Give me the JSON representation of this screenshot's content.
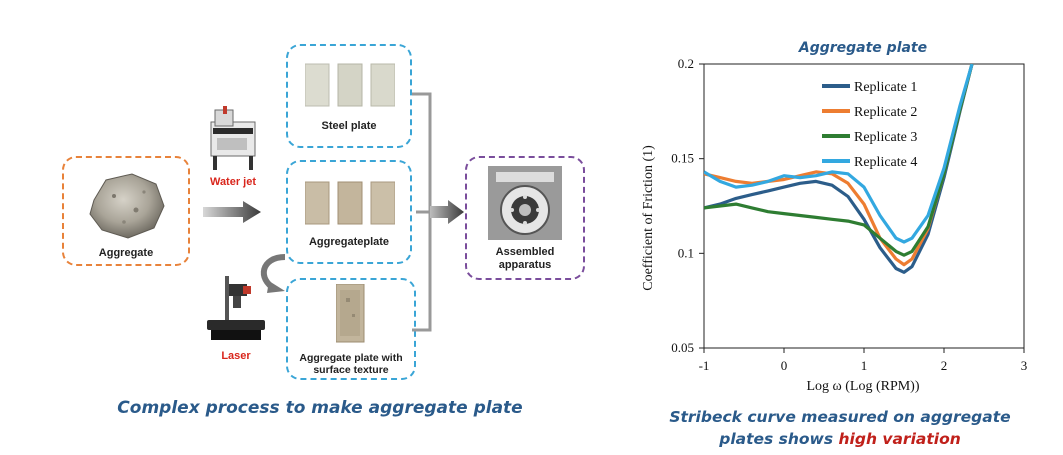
{
  "left": {
    "aggregate_label": "Aggregate",
    "waterjet_label": "Water jet",
    "laser_label": "Laser",
    "steel_plate_label": "Steel plate",
    "aggregate_plate_label": "Aggregateplate",
    "textured_label_1": "Aggregate plate with",
    "textured_label_2": "surface texture",
    "assembled_label_1": "Assembled",
    "assembled_label_2": "apparatus",
    "caption": "Complex process to make aggregate plate",
    "colors": {
      "aggregate_box": "#e8823a",
      "plate_box": "#3aa5d6",
      "apparatus_box": "#7a4d9c",
      "caption": "#2a5a8a",
      "machine_label": "#d9261c"
    }
  },
  "right": {
    "caption_line1": "Stribeck curve measured on aggregate",
    "caption_line2_prefix": "plates shows ",
    "caption_line2_highlight": "high variation",
    "caption_highlight_color": "#c0201a"
  },
  "chart_data": {
    "type": "line",
    "title": "Aggregate plate",
    "xlabel": "Log ω (Log (RPM))",
    "ylabel": "Coefficient of Friction (1)",
    "xlim": [
      -1,
      3
    ],
    "ylim": [
      0.05,
      0.2
    ],
    "xticks": [
      "-1",
      "0",
      "1",
      "2",
      "3"
    ],
    "yticks": [
      "0.05",
      "0.1",
      "0.15",
      "0.2"
    ],
    "legend_position": "top-right",
    "series": [
      {
        "name": "Replicate 1",
        "color": "#2c5d8a",
        "x": [
          -1.0,
          -0.8,
          -0.6,
          -0.4,
          -0.2,
          0.0,
          0.2,
          0.4,
          0.6,
          0.8,
          1.0,
          1.2,
          1.4,
          1.5,
          1.6,
          1.8,
          2.0,
          2.2,
          2.35
        ],
        "y": [
          0.124,
          0.126,
          0.129,
          0.131,
          0.133,
          0.135,
          0.137,
          0.138,
          0.136,
          0.13,
          0.118,
          0.103,
          0.092,
          0.09,
          0.093,
          0.11,
          0.14,
          0.175,
          0.2
        ]
      },
      {
        "name": "Replicate 2",
        "color": "#ed7d31",
        "x": [
          -1.0,
          -0.8,
          -0.6,
          -0.4,
          -0.2,
          0.0,
          0.2,
          0.4,
          0.6,
          0.8,
          1.0,
          1.2,
          1.4,
          1.5,
          1.6,
          1.8,
          2.0,
          2.2,
          2.35
        ],
        "y": [
          0.142,
          0.14,
          0.138,
          0.137,
          0.138,
          0.139,
          0.141,
          0.143,
          0.142,
          0.137,
          0.126,
          0.108,
          0.097,
          0.094,
          0.097,
          0.113,
          0.142,
          0.176,
          0.2
        ]
      },
      {
        "name": "Replicate 3",
        "color": "#2e7d32",
        "x": [
          -1.0,
          -0.8,
          -0.6,
          -0.4,
          -0.2,
          0.0,
          0.2,
          0.4,
          0.6,
          0.8,
          1.0,
          1.2,
          1.4,
          1.5,
          1.6,
          1.8,
          2.0,
          2.2,
          2.35
        ],
        "y": [
          0.124,
          0.125,
          0.126,
          0.124,
          0.122,
          0.121,
          0.12,
          0.119,
          0.118,
          0.117,
          0.115,
          0.108,
          0.101,
          0.099,
          0.101,
          0.114,
          0.142,
          0.176,
          0.2
        ]
      },
      {
        "name": "Replicate 4",
        "color": "#33a8e0",
        "x": [
          -1.0,
          -0.8,
          -0.6,
          -0.4,
          -0.2,
          0.0,
          0.2,
          0.4,
          0.6,
          0.8,
          1.0,
          1.2,
          1.4,
          1.5,
          1.6,
          1.8,
          2.0,
          2.2,
          2.35
        ],
        "y": [
          0.143,
          0.138,
          0.135,
          0.136,
          0.138,
          0.141,
          0.14,
          0.141,
          0.143,
          0.142,
          0.135,
          0.12,
          0.108,
          0.106,
          0.108,
          0.12,
          0.145,
          0.178,
          0.2
        ]
      }
    ]
  }
}
